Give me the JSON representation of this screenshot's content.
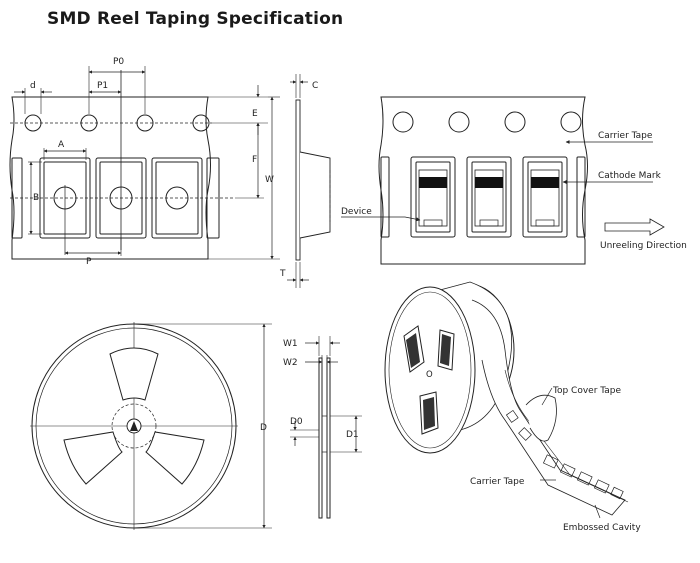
{
  "title": "SMD Reel Taping Specification",
  "dims": {
    "p0": "P0",
    "p1": "P1",
    "d": "d",
    "c": "C",
    "e": "E",
    "f": "F",
    "w": "W",
    "a": "A",
    "b": "B",
    "p": "P",
    "t": "T",
    "w1": "W1",
    "w2": "W2",
    "d0": "D0",
    "d1": "D1",
    "d_reel": "D"
  },
  "labels": {
    "carrier_tape": "Carrier Tape",
    "cathode_mark": "Cathode Mark",
    "device": "Device",
    "unreeling_direction": "Unreeling Direction",
    "reel_hub": "O",
    "top_cover_tape": "Top Cover Tape",
    "carrier_tape_3d": "Carrier Tape",
    "embossed_cavity": "Embossed Cavity"
  }
}
